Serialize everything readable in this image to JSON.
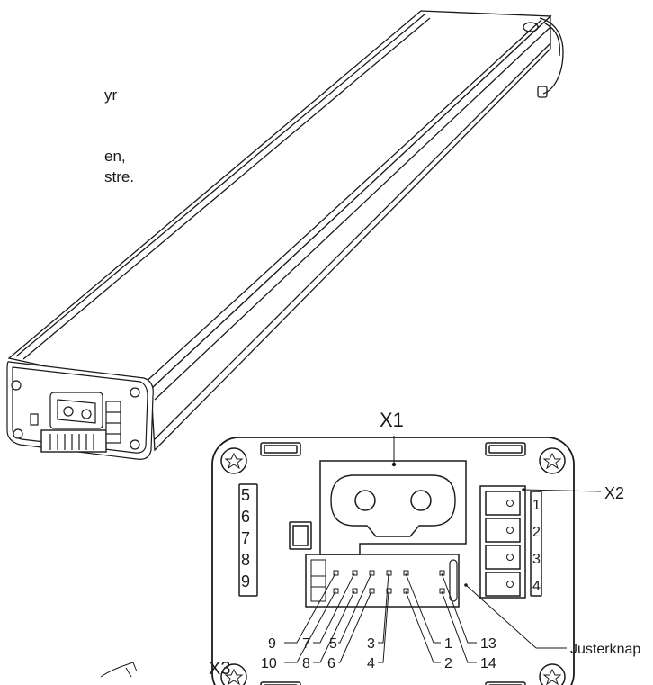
{
  "partial_text": [
    "yr",
    "en,",
    "stre."
  ],
  "connectors": {
    "x1": "X1",
    "x2": "X2",
    "x3": "X3"
  },
  "adjust_button_label": "Justerknap",
  "x2_pins": [
    "1",
    "2",
    "3",
    "4"
  ],
  "side_numbers": [
    "5",
    "6",
    "7",
    "8",
    "9"
  ],
  "x3_callouts_top": [
    "9",
    "7",
    "5",
    "3",
    "1",
    "13"
  ],
  "x3_callouts_bottom": [
    "10",
    "8",
    "6",
    "4",
    "2",
    "14"
  ]
}
